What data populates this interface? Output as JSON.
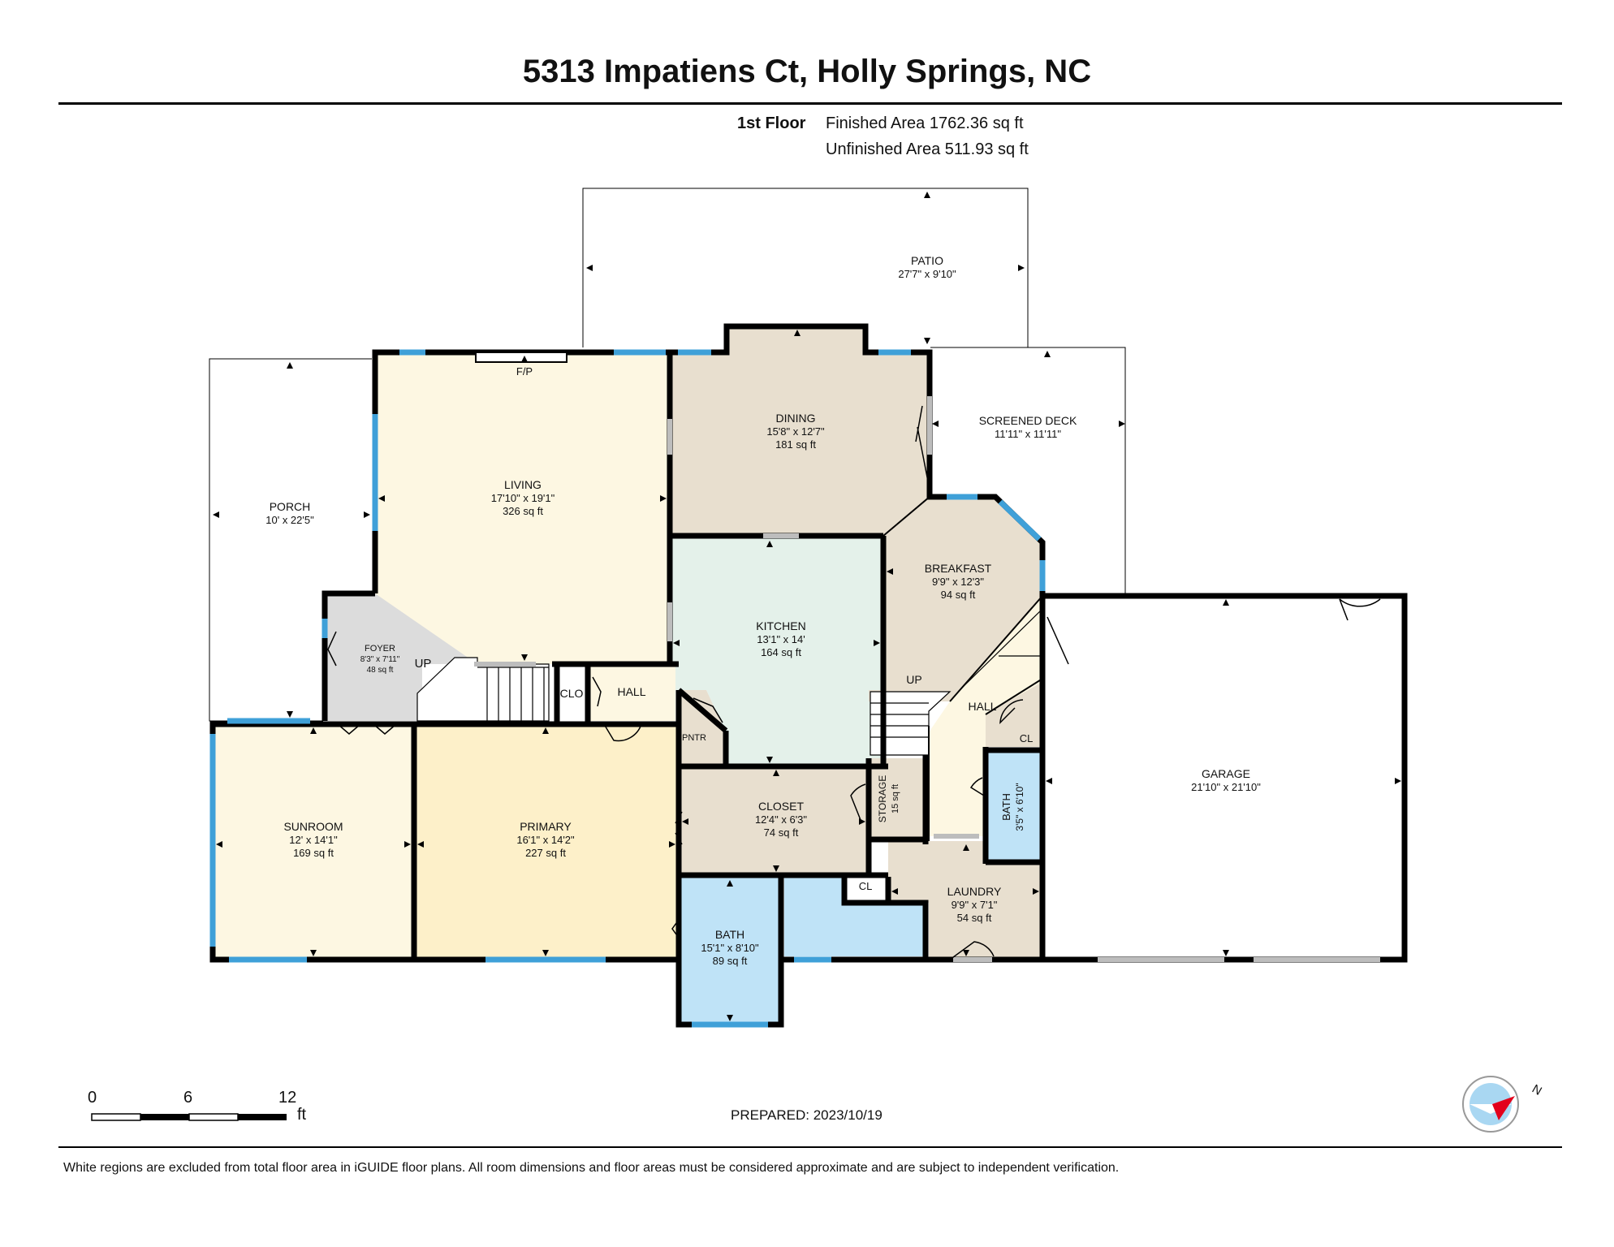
{
  "title": "5313 Impatiens Ct, Holly Springs, NC",
  "floor": {
    "name": "1st Floor",
    "finished_area": "Finished Area 1762.36 sq ft",
    "unfinished_area": "Unfinished Area 511.93 sq ft"
  },
  "rooms": {
    "patio": {
      "name": "PATIO",
      "dims": "27'7\" x 9'10\""
    },
    "screened_deck": {
      "name": "SCREENED DECK",
      "dims": "11'11\" x 11'11\""
    },
    "porch": {
      "name": "PORCH",
      "dims": "10' x 22'5\""
    },
    "living": {
      "name": "LIVING",
      "dims": "17'10\" x 19'1\"",
      "area": "326 sq ft"
    },
    "dining": {
      "name": "DINING",
      "dims": "15'8\" x 12'7\"",
      "area": "181 sq ft"
    },
    "breakfast": {
      "name": "BREAKFAST",
      "dims": "9'9\" x 12'3\"",
      "area": "94 sq ft"
    },
    "kitchen": {
      "name": "KITCHEN",
      "dims": "13'1\" x 14'",
      "area": "164 sq ft"
    },
    "foyer": {
      "name": "FOYER",
      "dims": "8'3\" x 7'11\"",
      "area": "48 sq ft"
    },
    "sunroom": {
      "name": "SUNROOM",
      "dims": "12' x 14'1\"",
      "area": "169 sq ft"
    },
    "primary": {
      "name": "PRIMARY",
      "dims": "16'1\" x 14'2\"",
      "area": "227 sq ft"
    },
    "closet": {
      "name": "CLOSET",
      "dims": "12'4\" x 6'3\"",
      "area": "74 sq ft"
    },
    "bath_primary": {
      "name": "BATH",
      "dims": "15'1\" x 8'10\"",
      "area": "89 sq ft"
    },
    "laundry": {
      "name": "LAUNDRY",
      "dims": "9'9\" x 7'1\"",
      "area": "54 sq ft"
    },
    "garage": {
      "name": "GARAGE",
      "dims": "21'10\" x 21'10\""
    },
    "bath_half": {
      "name": "BATH",
      "dims": "3'5\" x 6'10\""
    },
    "storage": {
      "name": "STORAGE",
      "area": "15 sq ft"
    }
  },
  "labels": {
    "fp": "F/P",
    "up_foyer": "UP",
    "up_hall": "UP",
    "clo": "CLO",
    "hall_left": "HALL",
    "hall_right": "HALL",
    "pntr": "PNTR",
    "cl_bath": "CL",
    "cl_hall": "CL"
  },
  "scale": {
    "ticks": [
      "0",
      "6",
      "12"
    ],
    "unit": "ft"
  },
  "prepared": "PREPARED: 2023/10/19",
  "disclaimer": "White regions are excluded from total floor area in iGUIDE floor plans. All room dimensions and floor areas must be considered approximate and are subject to independent verification.",
  "compass": {
    "letter": "N"
  },
  "colors": {
    "living": "#fdf7e2",
    "dining": "#e8dfcf",
    "kitchen": "#e4f1ea",
    "breakfast": "#e8dfcf",
    "foyer": "#dcdcdc",
    "sunroom": "#fdf7e2",
    "primary": "#fdf0c9",
    "utility": "#e8dfcf",
    "bath": "#bfe3f7",
    "hall": "#fdf7e2",
    "wall": "#000000",
    "window": "#3fa0d8"
  }
}
